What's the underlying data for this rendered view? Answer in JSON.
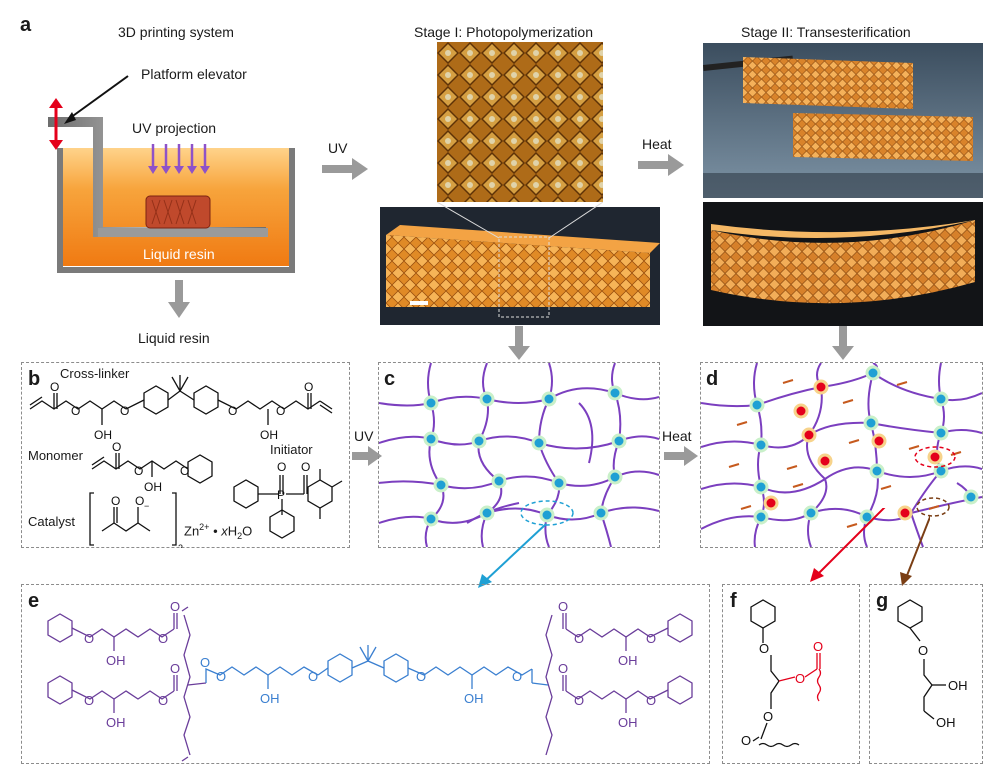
{
  "panels": {
    "a": "a",
    "b": "b",
    "c": "c",
    "d": "d",
    "e": "e",
    "f": "f",
    "g": "g"
  },
  "printing": {
    "title": "3D printing system",
    "elevator": "Platform elevator",
    "uv_projection": "UV projection",
    "liquid_resin_vat": "Liquid resin",
    "liquid_resin_below": "Liquid resin"
  },
  "stages": {
    "stage1": "Stage I: Photopolymerization",
    "stage2": "Stage II: Transesterification"
  },
  "arrows": {
    "uv_top": "UV",
    "heat_top": "Heat",
    "uv_mid": "UV",
    "heat_mid": "Heat"
  },
  "chemistry": {
    "crosslinker": "Cross-linker",
    "monomer": "Monomer",
    "initiator": "Initiator",
    "catalyst": "Catalyst",
    "zn": "Zn",
    "zn_charge": "2+",
    "water_dot": "•",
    "water_x": "x",
    "water_h2o": "H",
    "water_sub": "2",
    "water_o": "O",
    "bracket_sub": "2",
    "oh": "OH",
    "o": "O",
    "p": "P"
  },
  "colors": {
    "network_line": "#7b3fbf",
    "node": "#1fa0d4",
    "node_glow": "#c9f0c9",
    "red_node": "#e4001b",
    "dash_mark": "#c65a1e",
    "purple_struct": "#6a3d9a",
    "blue_struct": "#3a7fd0",
    "resin_orange": "#f28c1e"
  }
}
